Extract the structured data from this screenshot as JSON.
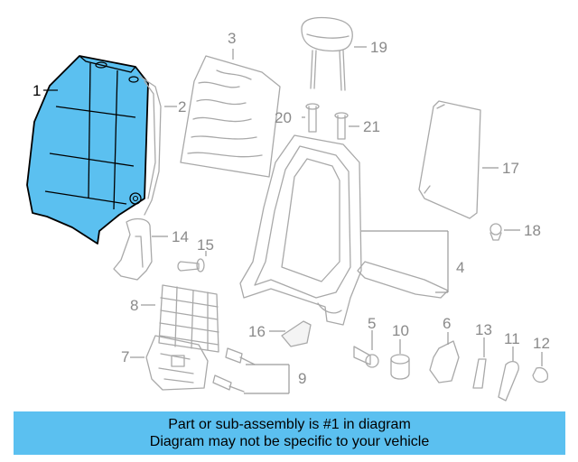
{
  "callouts": [
    "1",
    "2",
    "3",
    "4",
    "5",
    "6",
    "7",
    "8",
    "9",
    "10",
    "11",
    "12",
    "13",
    "14",
    "15",
    "16",
    "17",
    "18",
    "19",
    "20",
    "21"
  ],
  "highlight": {
    "part": "1",
    "color": "#5bc0f0"
  },
  "banner": {
    "line1": "Part or sub-assembly is #1 in diagram",
    "line2": "Diagram may not be specific to your vehicle",
    "color": "#5bc0f0"
  }
}
